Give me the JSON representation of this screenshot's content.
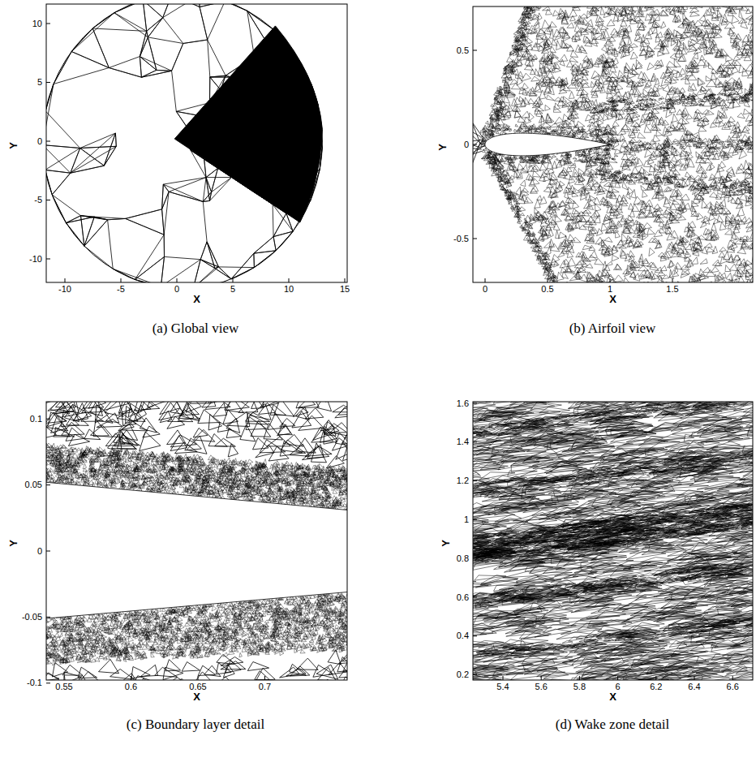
{
  "diagram": {
    "labels": [
      "10",
      "5",
      "0",
      "-5",
      "-10",
      "-10",
      "-5",
      "0",
      "5",
      "10",
      "15",
      "X",
      "Y",
      "(a) Global view",
      "0.5",
      "0",
      "-0.5",
      "0",
      "0.5",
      "1",
      "1.5",
      "X",
      "Y",
      "(b) Airfoil view",
      "0.1",
      "0.05",
      "0",
      "-0.05",
      "-0.1",
      "0.55",
      "0.6",
      "0.65",
      "0.7",
      "X",
      "Y",
      "(c) Boundary layer detail",
      "1.6",
      "1.4",
      "1.2",
      "1",
      "0.8",
      "0.6",
      "0.4",
      "0.2",
      "5.4",
      "5.6",
      "5.8",
      "6",
      "6.2",
      "6.4",
      "6.6",
      "X",
      "Y",
      "(d) Wake zone detail"
    ]
  }
}
